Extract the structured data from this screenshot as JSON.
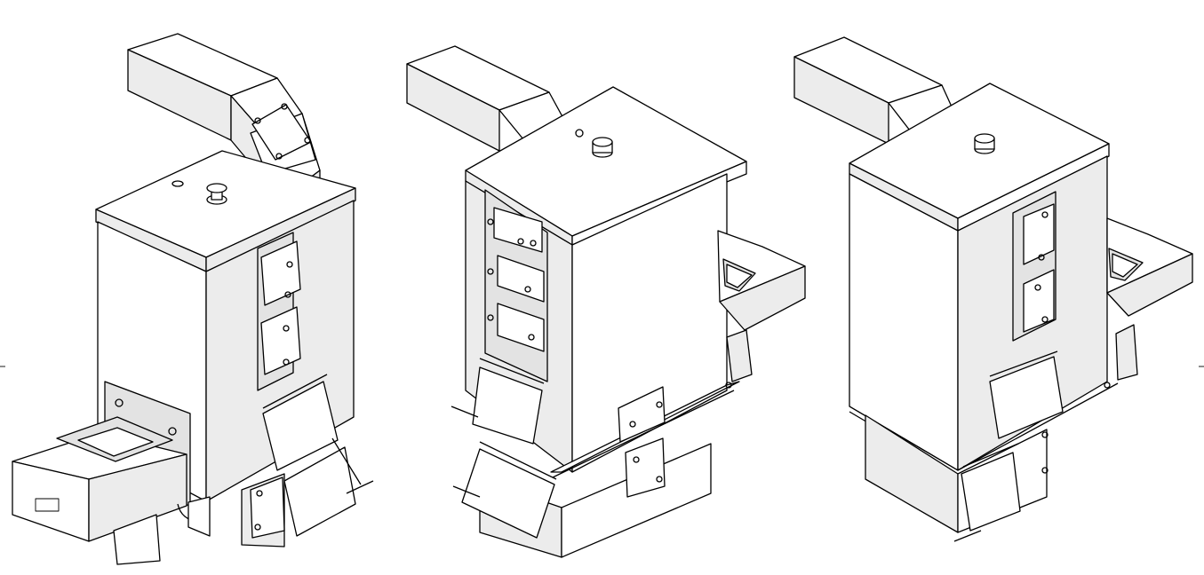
{
  "figure": {
    "views": [
      {
        "name": "view-left",
        "description_hidden": true
      },
      {
        "name": "view-middle",
        "description_hidden": true
      },
      {
        "name": "view-right",
        "description_hidden": true
      }
    ],
    "colors": {
      "stroke": "#000000",
      "face_light": "#ffffff",
      "face_shade": "#ececec",
      "face_dark": "#e3e3e3"
    }
  }
}
